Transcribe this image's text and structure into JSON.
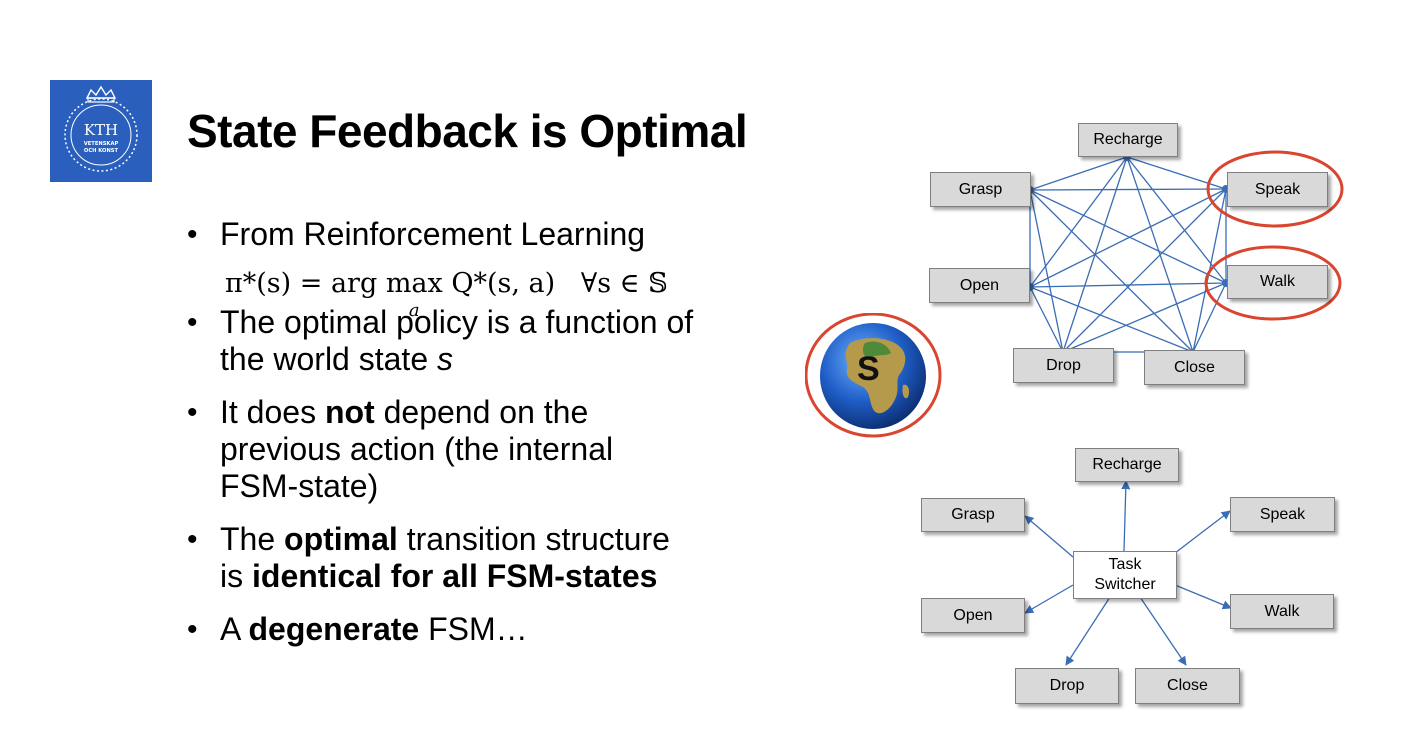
{
  "slide": {
    "logo_text": "KTH",
    "logo_subtext_1": "VETENSKAP",
    "logo_subtext_2": "OCH KONST",
    "title": "State Feedback is Optimal"
  },
  "bullets": {
    "b1": "From Reinforcement Learning",
    "b2_line1": "The optimal policy is a function of",
    "b2_line2_pre": "the world state ",
    "b2_line2_var": "s",
    "b3_pre": "It does ",
    "b3_bold": "not",
    "b3_line1_post": " depend on the",
    "b3_line2": "previous action (the internal",
    "b3_line3": "FSM-state)",
    "b4_pre": "The ",
    "b4_bold": "optimal",
    "b4_post": " transition structure",
    "b4_line2_pre": "is ",
    "b4_line2_bold": "identical for all FSM-states",
    "b5_pre": "A ",
    "b5_bold": "degenerate",
    "b5_post": " FSM…"
  },
  "formula": {
    "lhs": "π*(s) = arg ",
    "max": "max",
    "sub": "a",
    "rhs": " Q*(s, a)",
    "forall": "∀s ∈ 𝕊"
  },
  "top_graph": {
    "nodes": [
      "Recharge",
      "Grasp",
      "Speak",
      "Open",
      "Walk",
      "Drop",
      "Close"
    ],
    "highlighted": [
      "Speak",
      "Walk"
    ]
  },
  "globe": {
    "label": "S"
  },
  "bottom_graph": {
    "center_line1": "Task",
    "center_line2": "Switcher",
    "nodes": [
      "Recharge",
      "Grasp",
      "Speak",
      "Open",
      "Walk",
      "Drop",
      "Close"
    ]
  },
  "colors": {
    "logo_bg": "#2a5fbd",
    "edge": "#3a6db5",
    "highlight": "#d9452f",
    "node_fill": "#d9d9d9"
  }
}
